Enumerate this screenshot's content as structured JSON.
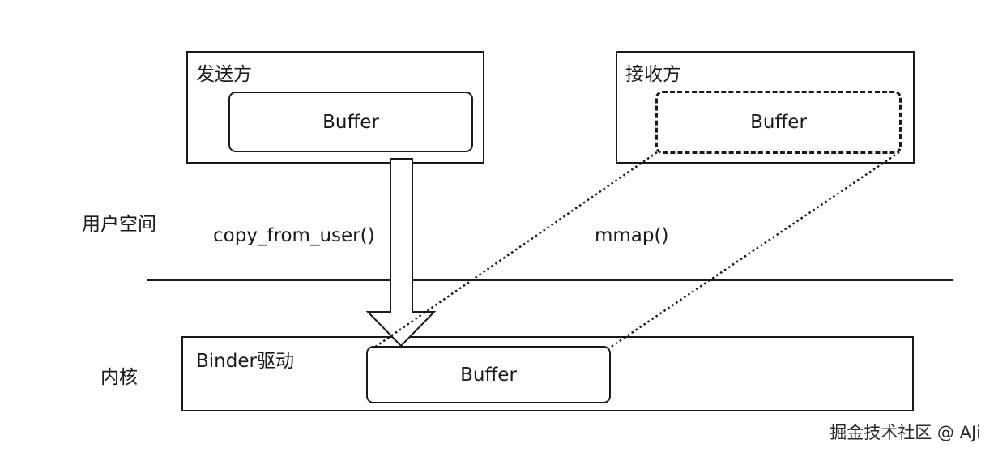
{
  "sender": {
    "title": "发送方",
    "buffer_label": "Buffer"
  },
  "receiver": {
    "title": "接收方",
    "buffer_label": "Buffer"
  },
  "kernel_driver": {
    "title": "Binder驱动",
    "buffer_label": "Buffer"
  },
  "regions": {
    "user_space": "用户空间",
    "kernel": "内核"
  },
  "operations": {
    "copy": "copy_from_user()",
    "mmap": "mmap()"
  },
  "watermark": "掘金技术社区 @ AJi"
}
